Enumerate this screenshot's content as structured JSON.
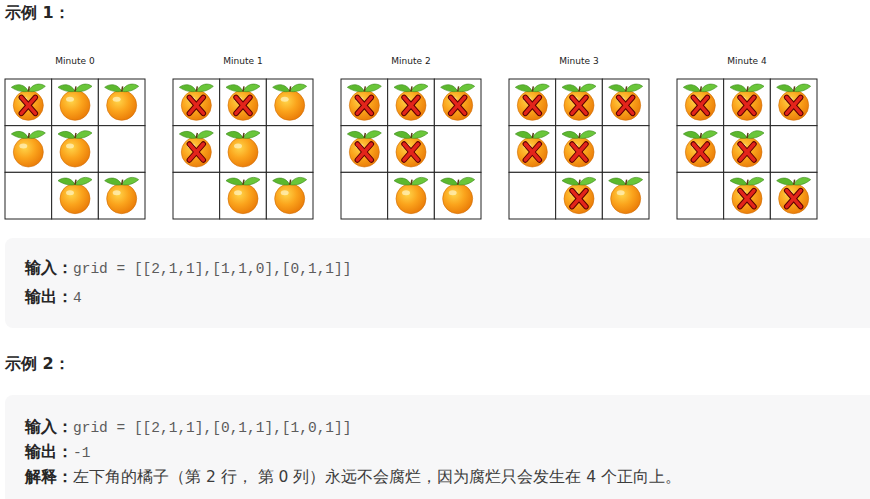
{
  "diagram": {
    "nodes": [
      {
        "text": [
          "Minute 0"
        ]
      },
      {
        "text": [
          "Minute 1"
        ]
      },
      {
        "text": [
          "Minute 2"
        ]
      },
      {
        "text": [
          "Minute 3"
        ]
      },
      {
        "text": [
          "Minute 4"
        ]
      },
      {
        "text": [
          "输入：",
          "grid = [[2,1,1],[1,1,0],[0,1,1]]",
          "输出：",
          "4"
        ]
      },
      {
        "text": [
          "输入：",
          "grid = [[2,1,1],[0,1,1],[1,0,1]]",
          "输出：",
          "-1",
          "解释：",
          "左下角的橘子（第 2 行， 第 0 列）永远不会腐烂，因为腐烂只会发生在 4 个正向上。"
        ]
      }
    ],
    "labels": [
      "示例 1：",
      "示例 2："
    ]
  }
}
